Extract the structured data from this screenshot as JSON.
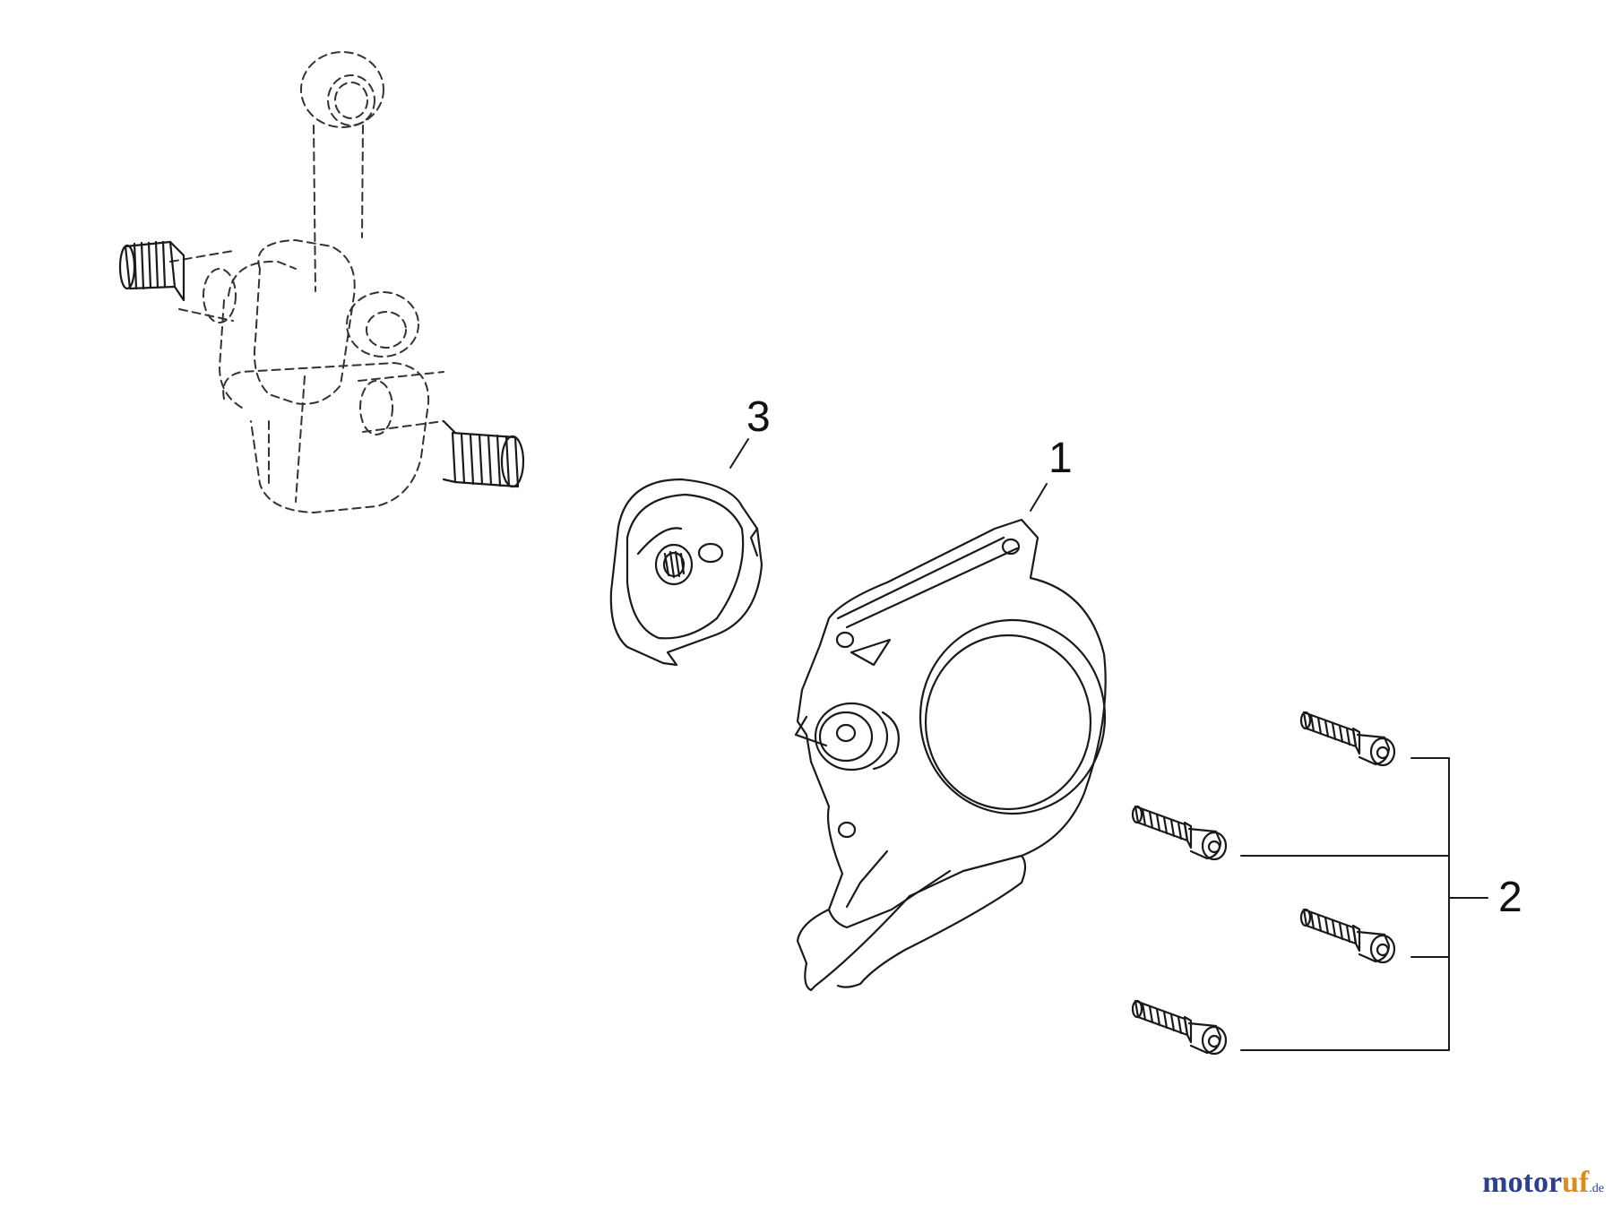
{
  "callouts": [
    {
      "id": "1",
      "text": "1"
    },
    {
      "id": "2",
      "text": "2"
    },
    {
      "id": "3",
      "text": "3"
    }
  ],
  "watermark": {
    "main": "motor",
    "accent": "uf",
    "tld": ".de"
  },
  "colors": {
    "line": "#1a1a1a",
    "ghost_line": "#333333",
    "watermark_blue": "#2d3f8f",
    "watermark_orange": "#d98c1f"
  }
}
